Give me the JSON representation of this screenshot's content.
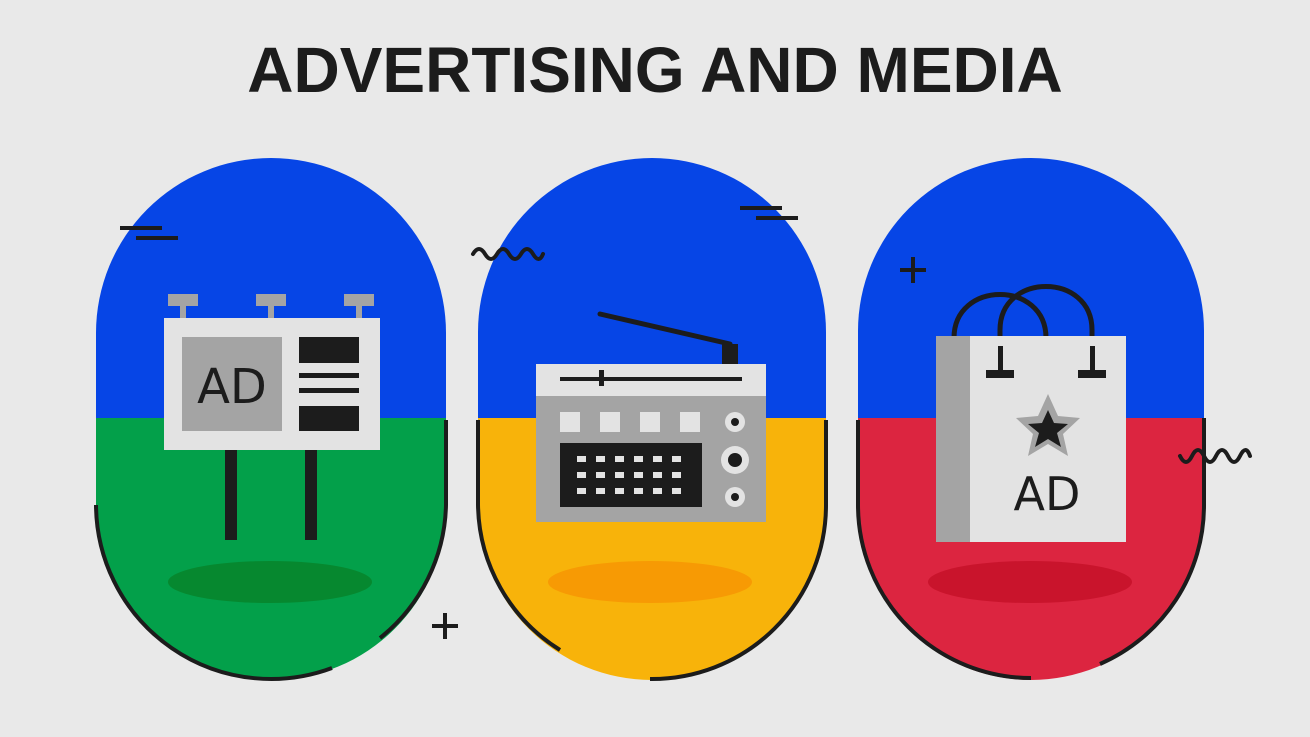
{
  "title": "ADVERTISING AND MEDIA",
  "panels": [
    {
      "topic": "billboard",
      "ad_label": "AD",
      "top_color": "#0645e6",
      "bottom_color": "#03a04a",
      "shadow_color": "#06882f"
    },
    {
      "topic": "radio",
      "top_color": "#0645e6",
      "bottom_color": "#f8b30a",
      "shadow_color": "#f79a04"
    },
    {
      "topic": "shopping-bag",
      "ad_label": "AD",
      "top_color": "#0645e6",
      "bottom_color": "#dc2540",
      "shadow_color": "#c9142c"
    }
  ],
  "colors": {
    "background": "#e9e9e9",
    "ink": "#1c1c1c",
    "light_gray": "#e3e3e3",
    "mid_gray": "#a4a4a4"
  }
}
